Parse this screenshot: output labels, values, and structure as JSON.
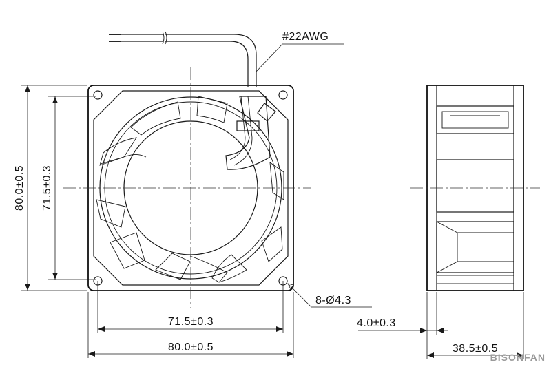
{
  "wire_label": "#22AWG",
  "hole_label": "8-Ø4.3",
  "dims": {
    "height_outer": "80.0±0.5",
    "height_inner": "71.5±0.3",
    "width_inner": "71.5±0.3",
    "width_outer": "80.0±0.5",
    "flange": "4.0±0.3",
    "depth": "38.5±0.5"
  },
  "watermark": "BISONFAN",
  "colors": {
    "line": "#1a1a1a",
    "watermark": "#9a9a9a"
  }
}
